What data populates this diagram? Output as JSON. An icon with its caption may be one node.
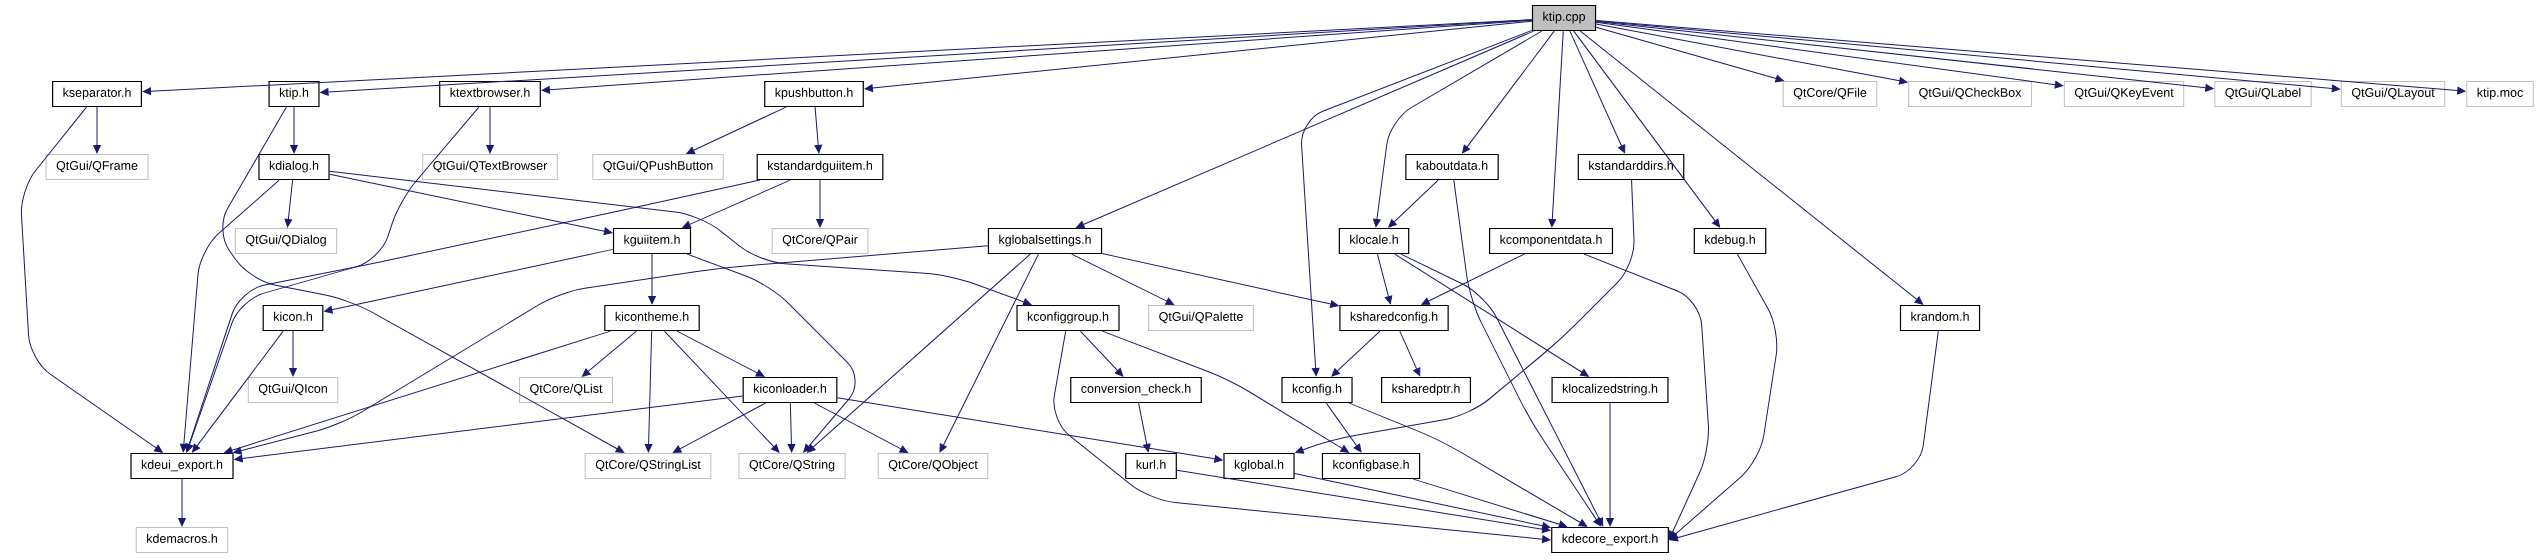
{
  "diagram": {
    "nodes": [
      {
        "text": [
          "ktip.cpp"
        ]
      },
      {
        "text": [
          "kseparator.h"
        ]
      },
      {
        "text": [
          "ktip.h"
        ]
      },
      {
        "text": [
          "ktextbrowser.h"
        ]
      },
      {
        "text": [
          "kpushbutton.h"
        ]
      },
      {
        "text": [
          "QtCore/QFile"
        ]
      },
      {
        "text": [
          "QtGui/QCheckBox"
        ]
      },
      {
        "text": [
          "QtGui/QKeyEvent"
        ]
      },
      {
        "text": [
          "QtGui/QLabel"
        ]
      },
      {
        "text": [
          "QtGui/QLayout"
        ]
      },
      {
        "text": [
          "ktip.moc"
        ]
      },
      {
        "text": [
          "QtGui/QFrame"
        ]
      },
      {
        "text": [
          "kdialog.h"
        ]
      },
      {
        "text": [
          "QtGui/QTextBrowser"
        ]
      },
      {
        "text": [
          "QtGui/QPushButton"
        ]
      },
      {
        "text": [
          "kstandardguiitem.h"
        ]
      },
      {
        "text": [
          "kaboutdata.h"
        ]
      },
      {
        "text": [
          "kstandarddirs.h"
        ]
      },
      {
        "text": [
          "QtGui/QDialog"
        ]
      },
      {
        "text": [
          "kguiitem.h"
        ]
      },
      {
        "text": [
          "QtCore/QPair"
        ]
      },
      {
        "text": [
          "kglobalsettings.h"
        ]
      },
      {
        "text": [
          "klocale.h"
        ]
      },
      {
        "text": [
          "kcomponentdata.h"
        ]
      },
      {
        "text": [
          "kdebug.h"
        ]
      },
      {
        "text": [
          "kicon.h"
        ]
      },
      {
        "text": [
          "kicontheme.h"
        ]
      },
      {
        "text": [
          "kconfiggroup.h"
        ]
      },
      {
        "text": [
          "QtGui/QPalette"
        ]
      },
      {
        "text": [
          "ksharedconfig.h"
        ]
      },
      {
        "text": [
          "krandom.h"
        ]
      },
      {
        "text": [
          "QtGui/QIcon"
        ]
      },
      {
        "text": [
          "QtCore/QList"
        ]
      },
      {
        "text": [
          "kiconloader.h"
        ]
      },
      {
        "text": [
          "conversion_check.h"
        ]
      },
      {
        "text": [
          "kconfig.h"
        ]
      },
      {
        "text": [
          "ksharedptr.h"
        ]
      },
      {
        "text": [
          "klocalizedstring.h"
        ]
      },
      {
        "text": [
          "kdeui_export.h"
        ]
      },
      {
        "text": [
          "QtCore/QStringList"
        ]
      },
      {
        "text": [
          "QtCore/QString"
        ]
      },
      {
        "text": [
          "QtCore/QObject"
        ]
      },
      {
        "text": [
          "kurl.h"
        ]
      },
      {
        "text": [
          "kglobal.h"
        ]
      },
      {
        "text": [
          "kconfigbase.h"
        ]
      },
      {
        "text": [
          "kdemacros.h"
        ]
      },
      {
        "text": [
          "kdecore_export.h"
        ]
      }
    ],
    "edges": [
      {
        "from": 0,
        "to": 1,
        "arrow": "to"
      },
      {
        "from": 0,
        "to": 2,
        "arrow": "to"
      },
      {
        "from": 0,
        "to": 3,
        "arrow": "to"
      },
      {
        "from": 0,
        "to": 4,
        "arrow": "to"
      },
      {
        "from": 0,
        "to": 21,
        "arrow": "to"
      },
      {
        "from": 0,
        "to": 35,
        "arrow": "to"
      },
      {
        "from": 0,
        "to": 22,
        "arrow": "to"
      },
      {
        "from": 0,
        "to": 16,
        "arrow": "to"
      },
      {
        "from": 0,
        "to": 23,
        "arrow": "to"
      },
      {
        "from": 0,
        "to": 17,
        "arrow": "to"
      },
      {
        "from": 0,
        "to": 24,
        "arrow": "to"
      },
      {
        "from": 0,
        "to": 30,
        "arrow": "to"
      },
      {
        "from": 0,
        "to": 5,
        "arrow": "to"
      },
      {
        "from": 0,
        "to": 6,
        "arrow": "to"
      },
      {
        "from": 0,
        "to": 7,
        "arrow": "to"
      },
      {
        "from": 0,
        "to": 8,
        "arrow": "to"
      },
      {
        "from": 0,
        "to": 9,
        "arrow": "to"
      },
      {
        "from": 0,
        "to": 10,
        "arrow": "to"
      },
      {
        "from": 1,
        "to": 11,
        "arrow": "to"
      },
      {
        "from": 1,
        "to": 38,
        "arrow": "to"
      },
      {
        "from": 2,
        "to": 12,
        "arrow": "to"
      },
      {
        "from": 2,
        "to": 39,
        "arrow": "to"
      },
      {
        "from": 3,
        "to": 13,
        "arrow": "to"
      },
      {
        "from": 3,
        "to": 38,
        "arrow": "to"
      },
      {
        "from": 4,
        "to": 14,
        "arrow": "to"
      },
      {
        "from": 4,
        "to": 15,
        "arrow": "to"
      },
      {
        "from": 12,
        "to": 18,
        "arrow": "to"
      },
      {
        "from": 12,
        "to": 19,
        "arrow": "to"
      },
      {
        "from": 12,
        "to": 38,
        "arrow": "to"
      },
      {
        "from": 12,
        "to": 27,
        "arrow": "to"
      },
      {
        "from": 15,
        "to": 19,
        "arrow": "to"
      },
      {
        "from": 15,
        "to": 20,
        "arrow": "to"
      },
      {
        "from": 15,
        "to": 38,
        "arrow": "to"
      },
      {
        "from": 19,
        "to": 25,
        "arrow": "to"
      },
      {
        "from": 19,
        "to": 26,
        "arrow": "to"
      },
      {
        "from": 19,
        "to": 40,
        "arrow": "to"
      },
      {
        "from": 25,
        "to": 31,
        "arrow": "to"
      },
      {
        "from": 25,
        "to": 38,
        "arrow": "to"
      },
      {
        "from": 26,
        "to": 32,
        "arrow": "to"
      },
      {
        "from": 26,
        "to": 39,
        "arrow": "to"
      },
      {
        "from": 26,
        "to": 40,
        "arrow": "to"
      },
      {
        "from": 26,
        "to": 33,
        "arrow": "to"
      },
      {
        "from": 26,
        "to": 38,
        "arrow": "to"
      },
      {
        "from": 33,
        "to": 38,
        "arrow": "to"
      },
      {
        "from": 33,
        "to": 39,
        "arrow": "to"
      },
      {
        "from": 33,
        "to": 40,
        "arrow": "to"
      },
      {
        "from": 33,
        "to": 41,
        "arrow": "to"
      },
      {
        "from": 33,
        "to": 43,
        "arrow": "to"
      },
      {
        "from": 21,
        "to": 38,
        "arrow": "to"
      },
      {
        "from": 21,
        "to": 40,
        "arrow": "to"
      },
      {
        "from": 21,
        "to": 41,
        "arrow": "to"
      },
      {
        "from": 21,
        "to": 28,
        "arrow": "to"
      },
      {
        "from": 21,
        "to": 29,
        "arrow": "to"
      },
      {
        "from": 22,
        "to": 29,
        "arrow": "to"
      },
      {
        "from": 22,
        "to": 37,
        "arrow": "to"
      },
      {
        "from": 22,
        "to": 46,
        "arrow": "to"
      },
      {
        "from": 16,
        "to": 22,
        "arrow": "to"
      },
      {
        "from": 16,
        "to": 46,
        "arrow": "to"
      },
      {
        "from": 23,
        "to": 29,
        "arrow": "to"
      },
      {
        "from": 23,
        "to": 46,
        "arrow": "to"
      },
      {
        "from": 17,
        "to": 43,
        "arrow": "to"
      },
      {
        "from": 24,
        "to": 46,
        "arrow": "to"
      },
      {
        "from": 30,
        "to": 46,
        "arrow": "to"
      },
      {
        "from": 27,
        "to": 34,
        "arrow": "to"
      },
      {
        "from": 27,
        "to": 44,
        "arrow": "to"
      },
      {
        "from": 27,
        "to": 46,
        "arrow": "to"
      },
      {
        "from": 29,
        "to": 35,
        "arrow": "to"
      },
      {
        "from": 29,
        "to": 36,
        "arrow": "to"
      },
      {
        "from": 34,
        "to": 42,
        "arrow": "to"
      },
      {
        "from": 35,
        "to": 44,
        "arrow": "to"
      },
      {
        "from": 35,
        "to": 46,
        "arrow": "to"
      },
      {
        "from": 37,
        "to": 46,
        "arrow": "to"
      },
      {
        "from": 38,
        "to": 45,
        "arrow": "to"
      },
      {
        "from": 42,
        "to": 46,
        "arrow": "to"
      },
      {
        "from": 43,
        "to": 46,
        "arrow": "to"
      },
      {
        "from": 44,
        "to": 46,
        "arrow": "to"
      }
    ]
  }
}
